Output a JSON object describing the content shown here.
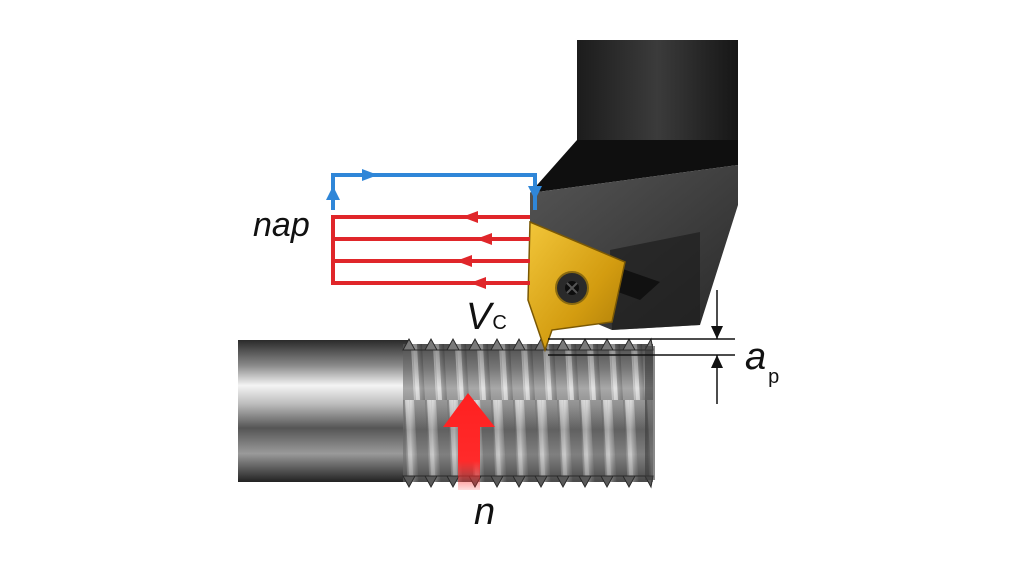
{
  "labels": {
    "nap": "nap",
    "vc_main": "V",
    "vc_sub": "C",
    "ap_main": "a",
    "ap_sub": "p",
    "n": "n"
  },
  "colors": {
    "return_path": "#2f86d8",
    "cut_passes": "#e0262a",
    "rotation_arrow": "#ff1a1a",
    "insert": "#d9a514",
    "holder": "#242424"
  },
  "icons": {
    "workpiece": "threaded-workpiece-icon",
    "tool": "threading-tool-holder-icon",
    "insert": "threading-insert-icon"
  }
}
